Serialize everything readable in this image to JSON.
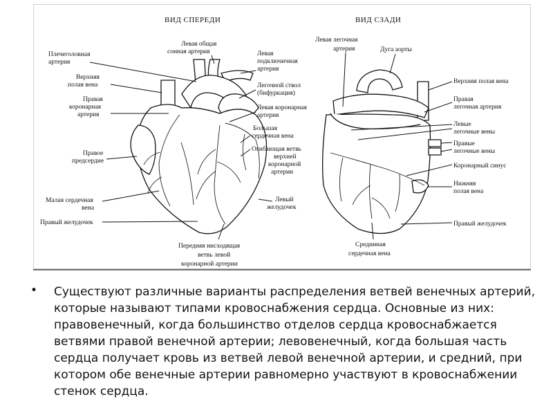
{
  "figure": {
    "front": {
      "title": "ВИД СПЕРЕДИ",
      "labels": {
        "brachiocephalic": [
          "Плечеголовная",
          "артерия"
        ],
        "svc": [
          "Верхняя",
          "полая вена"
        ],
        "rca": [
          "Правая",
          "коронарная",
          "артерия"
        ],
        "ra": [
          "Правое",
          "предсердие"
        ],
        "small_cardiac_vein": [
          "Малая сердечная",
          "вена"
        ],
        "rv": [
          "Правый желудочек"
        ],
        "left_common_carotid": [
          "Левая общая",
          "сонная артерия"
        ],
        "left_subclavian": [
          "Левая",
          "подключичная",
          "артерия"
        ],
        "pulmonary_trunk": [
          "Легочной ствол",
          "(бифуркация)"
        ],
        "lca": [
          "Левая коронарная",
          "артерия"
        ],
        "great_cardiac_vein": [
          "Большая",
          "сердечная вена"
        ],
        "circumflex": [
          "Огибающая ветвь",
          "верхней",
          "коронарной",
          "артерии"
        ],
        "lv": [
          "Левый",
          "желудочек"
        ],
        "lad": [
          "Передняя нисходящая",
          "ветвь левой",
          "коронарной артерии"
        ]
      }
    },
    "back": {
      "title": "ВИД СЗАДИ",
      "labels": {
        "left_pulmonary_artery": [
          "Левая легочная",
          "артерия"
        ],
        "aortic_arch": [
          "Дуга аорты"
        ],
        "svc": [
          "Верхняя полая вена"
        ],
        "right_pulmonary_artery": [
          "Правая",
          "легочная артерия"
        ],
        "left_pulmonary_veins": [
          "Левые",
          "легочные вены"
        ],
        "right_pulmonary_veins": [
          "Правые",
          "легочные вены"
        ],
        "coronary_sinus": [
          "Коронарный синус"
        ],
        "ivc": [
          "Нижняя",
          "полая вена"
        ],
        "rv": [
          "Правый желудочек"
        ],
        "middle_cardiac_vein": [
          "Срединная",
          "сердечная вена"
        ]
      }
    }
  },
  "caption": {
    "bullet": "•",
    "text": "Существуют различные варианты распределения ветвей венечных артерий, которые называют типами кровоснабжения сердца. Основные из них: правовенечный, когда большинство отделов сердца кровоснабжается ветвями правой венечной артерии; левовенечный, когда большая часть сердца получает кровь из ветвей левой венечной артерии, и средний, при котором обе венечные артерии равномерно участвуют в кровоснабжении стенок сердца."
  }
}
